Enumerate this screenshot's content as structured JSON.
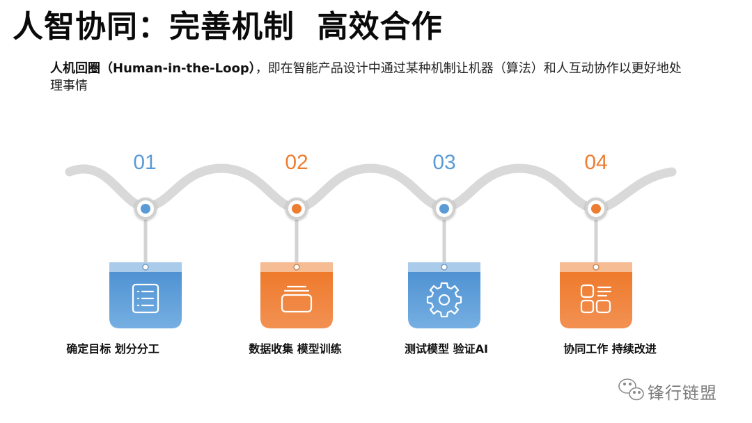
{
  "title": "人智协同：完善机制  高效合作",
  "description": {
    "bold": "人机回圈（Human-in-the-Loop）",
    "rest": "，即在智能产品设计中通过某种机制让机器（算法）和人互动协作以更好地处理事情"
  },
  "steps": [
    {
      "number": "01",
      "label": "确定目标 划分分工",
      "icon": "document-list-icon",
      "color": "#5b9bd5"
    },
    {
      "number": "02",
      "label": "数据收集 模型训练",
      "icon": "stacked-tray-icon",
      "color": "#ed7d31"
    },
    {
      "number": "03",
      "label": "测试模型 验证AI",
      "icon": "gear-icon",
      "color": "#5b9bd5"
    },
    {
      "number": "04",
      "label": "协同工作 持续改进",
      "icon": "grid-layout-icon",
      "color": "#ed7d31"
    }
  ],
  "watermark": "锋行链盟",
  "colors": {
    "blue": "#5b9bd5",
    "orange": "#ed7d31",
    "wave": "#d9d9d9"
  }
}
